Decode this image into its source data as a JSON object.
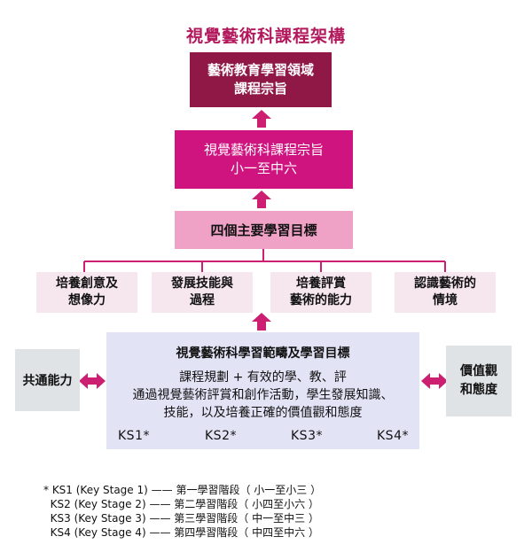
{
  "title": "視覺藝術科課程架構",
  "domain_box": {
    "line1": "藝術教育學習領域",
    "line2": "課程宗旨"
  },
  "aim_box": {
    "line1": "視覺藝術科課程宗旨",
    "line2": "小一至中六"
  },
  "targets_box": {
    "label": "四個主要學習目標"
  },
  "goals": [
    {
      "line1": "培養創意及",
      "line2": "想像力"
    },
    {
      "line1": "發展技能與",
      "line2": "過程"
    },
    {
      "line1": "培養評賞",
      "line2": "藝術的能力"
    },
    {
      "line1": "認識藝術的",
      "line2": "情境"
    }
  ],
  "center_box": {
    "heading": "視覺藝術科學習範疇及學習目標",
    "line1": "課程規劃 + 有效的學、教、評",
    "line2": "通過視覺藝術評賞和創作活動，學生發展知識、",
    "line3": "技能，以及培養正確的價值觀和態度",
    "stages": [
      "KS1*",
      "KS2*",
      "KS3*",
      "KS4*"
    ]
  },
  "generic_box": {
    "label": "共通能力"
  },
  "values_box": {
    "line1": "價值觀",
    "line2": "和態度"
  },
  "notes": [
    "* KS1 (Key Stage 1) —— 第一學習階段（ 小一至小三 ）",
    "  KS2 (Key Stage 2) —— 第二學習階段（ 小四至小六 ）",
    "  KS3 (Key Stage 3) —— 第三學習階段（ 中一至中三 ）",
    "  KS4 (Key Stage 4) —— 第四學習階段（ 中四至中六 ）"
  ],
  "colors": {
    "title": "#b2195d",
    "domain_box": "#8f1846",
    "aim_box": "#cf1480",
    "targets_box": "#f0a1c6",
    "goal_box": "#f6e6ee",
    "center_box": "#e3e3f6",
    "side_box": "#dfe3e6",
    "arrow": "#cc1f72"
  }
}
